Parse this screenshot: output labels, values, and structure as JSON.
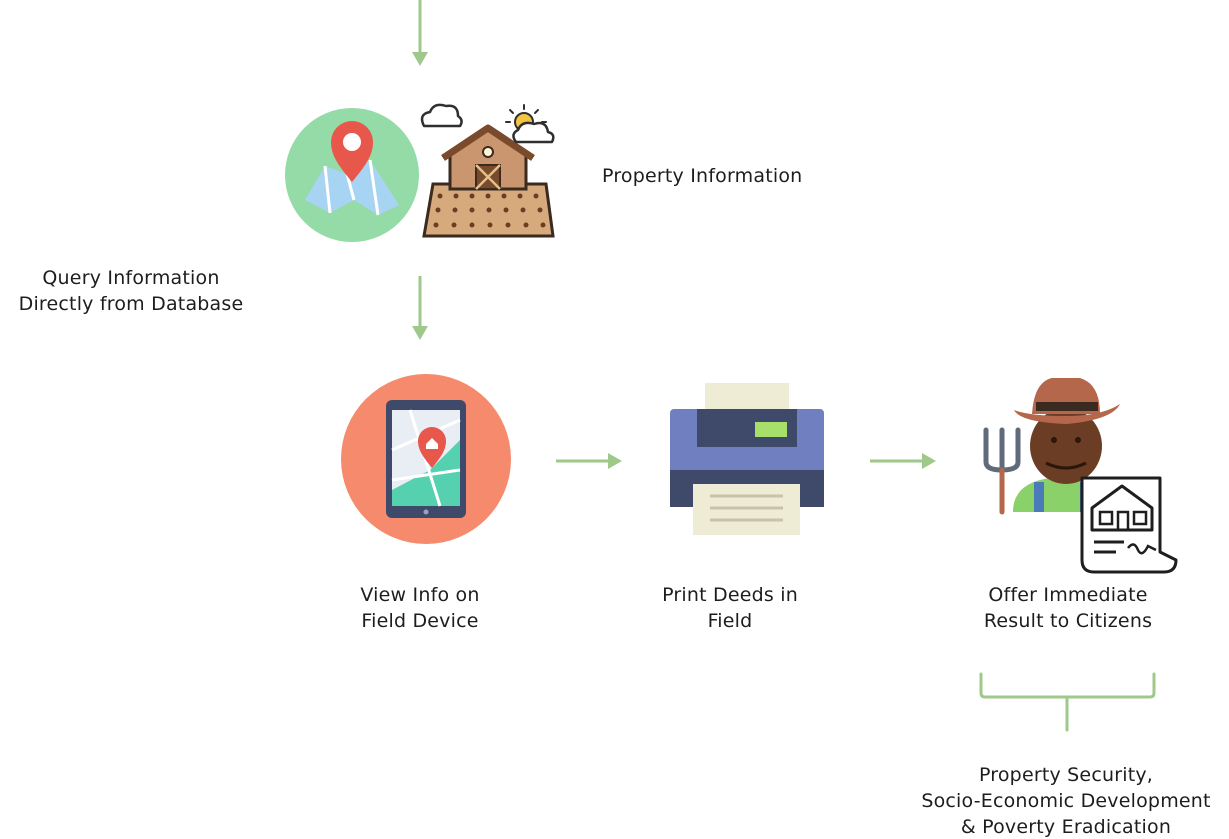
{
  "diagram": {
    "property_information": "Property Information",
    "query_information": [
      "Query Information",
      "Directly from Database"
    ],
    "view_info": [
      "View Info on",
      "Field Device"
    ],
    "print_deeds": [
      "Print Deeds in",
      "Field"
    ],
    "offer_result": [
      "Offer Immediate",
      "Result to Citizens"
    ],
    "outcome": [
      "Property Security,",
      "Socio-Economic Development",
      "& Poverty Eradication"
    ]
  },
  "colors": {
    "arrow_green": "#9fc98a",
    "map_circle": "#95dba7",
    "tablet_circle": "#f58a6c",
    "pin_red": "#e8574b",
    "printer_blue": "#6f7fbf",
    "printer_dark": "#3f4a6b",
    "paper": "#efecd6",
    "barn_brown": "#7a4a2c",
    "field_tan": "#d7aa7d",
    "hat_brown": "#b4674a"
  },
  "icons": [
    "map-pin-icon",
    "barn-field-icon",
    "cloud-icon",
    "sun-cloud-icon",
    "tablet-map-icon",
    "printer-icon",
    "farmer-icon",
    "deed-document-icon",
    "pitchfork-icon"
  ]
}
